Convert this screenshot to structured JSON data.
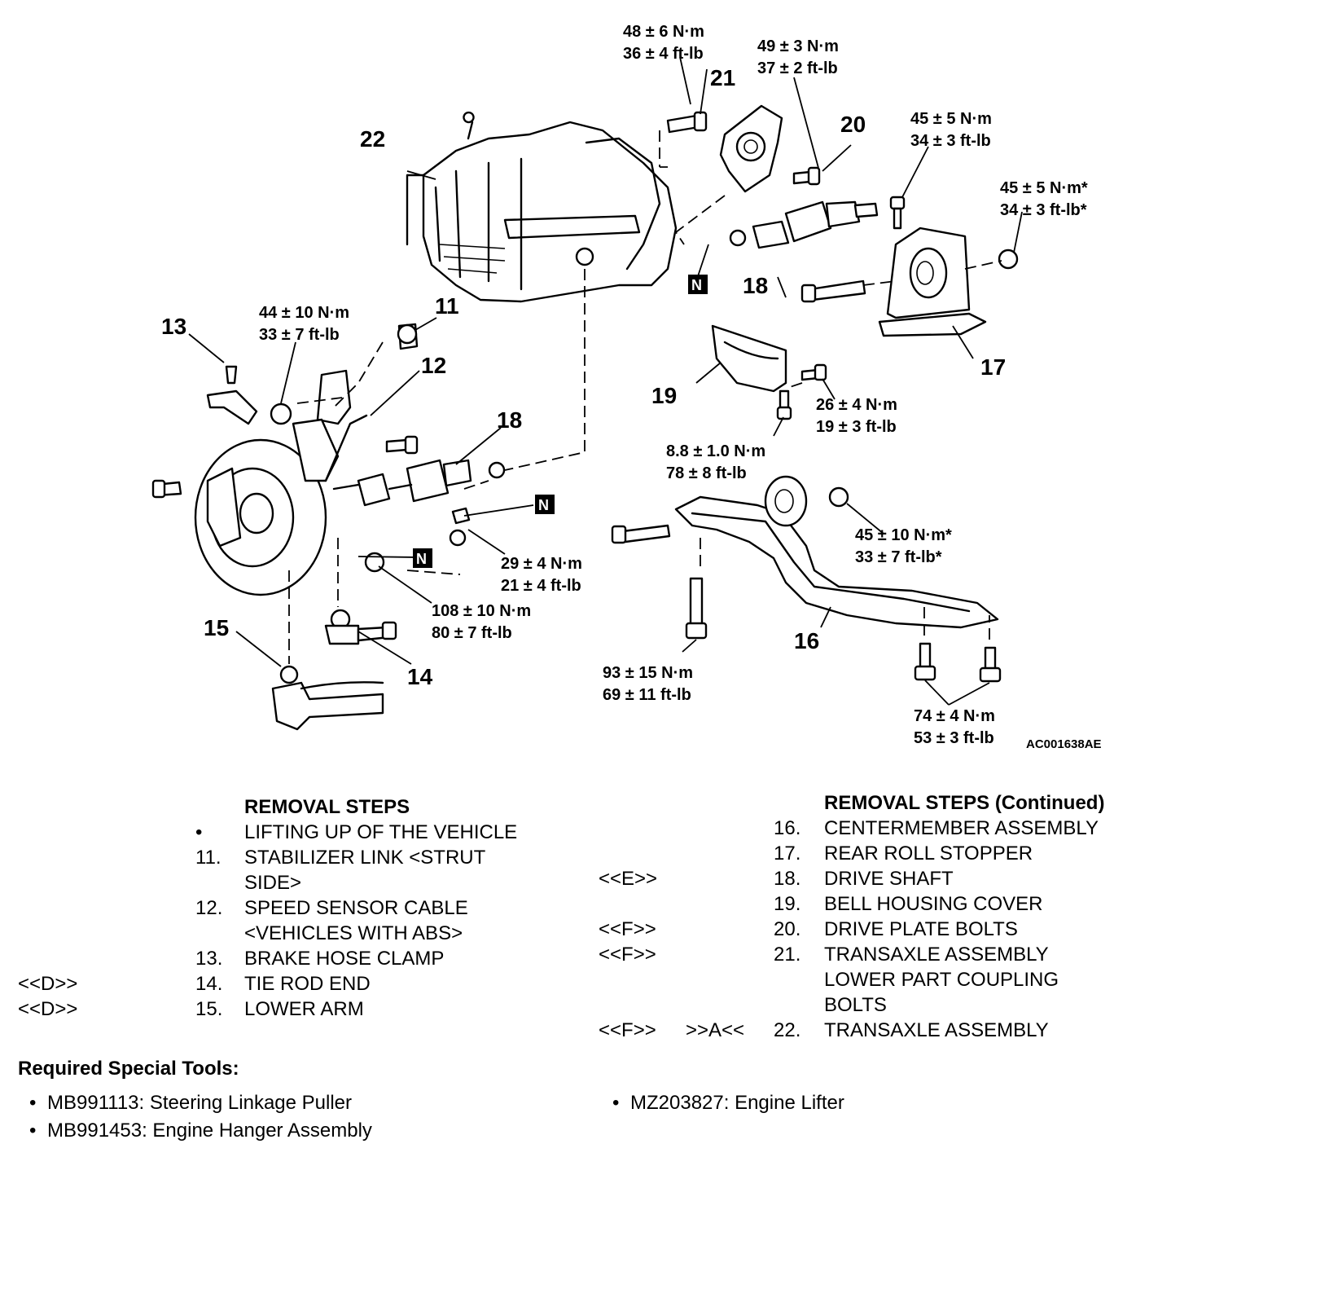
{
  "diagram": {
    "part_numbers": {
      "p11": "11",
      "p12": "12",
      "p13": "13",
      "p14": "14",
      "p15": "15",
      "p16": "16",
      "p17": "17",
      "p18a": "18",
      "p18b": "18",
      "p19": "19",
      "p20": "20",
      "p21": "21",
      "p22": "22"
    },
    "torques": {
      "t21": [
        "48 ± 6 N·m",
        "36 ± 4 ft-lb"
      ],
      "t20": [
        "49 ± 3 N·m",
        "37 ± 2 ft-lb"
      ],
      "t17a": [
        "45 ± 5 N·m",
        "34 ± 3 ft-lb"
      ],
      "t17b": [
        "45 ± 5 N·m*",
        "34 ± 3 ft-lb*"
      ],
      "t11": [
        "44 ± 10 N·m",
        "33 ± 7 ft-lb"
      ],
      "t19a": [
        "26 ± 4 N·m",
        "19 ± 3 ft-lb"
      ],
      "t19b": [
        "8.8 ± 1.0 N·m",
        "78 ± 8 ft-lb"
      ],
      "t16a": [
        "45 ± 10 N·m*",
        "33 ± 7 ft-lb*"
      ],
      "t18": [
        "29 ± 4 N·m",
        "21 ± 4 ft-lb"
      ],
      "t14": [
        "108 ± 10 N·m",
        "80 ± 7 ft-lb"
      ],
      "t16b": [
        "93 ± 15 N·m",
        "69 ± 11 ft-lb"
      ],
      "t16c": [
        "74 ± 4 N·m",
        "53 ± 3 ft-lb"
      ]
    },
    "nut_marker": "N",
    "figure_code": "AC001638AE"
  },
  "removal_steps": {
    "title": "REMOVAL STEPS",
    "items": [
      {
        "num": "•",
        "text": "LIFTING UP OF THE VEHICLE",
        "code": ""
      },
      {
        "num": "11.",
        "text": "STABILIZER LINK <STRUT",
        "code": ""
      },
      {
        "num": "",
        "text": "SIDE>",
        "code": ""
      },
      {
        "num": "12.",
        "text": "SPEED SENSOR CABLE",
        "code": ""
      },
      {
        "num": "",
        "text": "<VEHICLES WITH ABS>",
        "code": ""
      },
      {
        "num": "13.",
        "text": "BRAKE HOSE CLAMP",
        "code": ""
      },
      {
        "num": "14.",
        "text": "TIE ROD END",
        "code": "<<D>>"
      },
      {
        "num": "15.",
        "text": "LOWER ARM",
        "code": "<<D>>"
      }
    ]
  },
  "removal_steps_continued": {
    "title": "REMOVAL STEPS (Continued)",
    "items": [
      {
        "num": "16.",
        "text": "CENTERMEMBER ASSEMBLY",
        "code1": "",
        "code2": ""
      },
      {
        "num": "17.",
        "text": "REAR ROLL STOPPER",
        "code1": "",
        "code2": ""
      },
      {
        "num": "18.",
        "text": "DRIVE SHAFT",
        "code1": "<<E>>",
        "code2": ""
      },
      {
        "num": "19.",
        "text": "BELL HOUSING COVER",
        "code1": "",
        "code2": ""
      },
      {
        "num": "20.",
        "text": "DRIVE PLATE BOLTS",
        "code1": "<<F>>",
        "code2": ""
      },
      {
        "num": "21.",
        "text": "TRANSAXLE ASSEMBLY",
        "code1": "<<F>>",
        "code2": ""
      },
      {
        "num": "",
        "text": "LOWER PART COUPLING",
        "code1": "",
        "code2": ""
      },
      {
        "num": "",
        "text": "BOLTS",
        "code1": "",
        "code2": ""
      },
      {
        "num": "22.",
        "text": "TRANSAXLE ASSEMBLY",
        "code1": "<<F>>",
        "code2": ">>A<<"
      }
    ]
  },
  "special_tools": {
    "title": "Required Special Tools:",
    "left": [
      "MB991113: Steering Linkage Puller",
      "MB991453: Engine Hanger Assembly"
    ],
    "right": [
      "MZ203827: Engine Lifter"
    ]
  }
}
